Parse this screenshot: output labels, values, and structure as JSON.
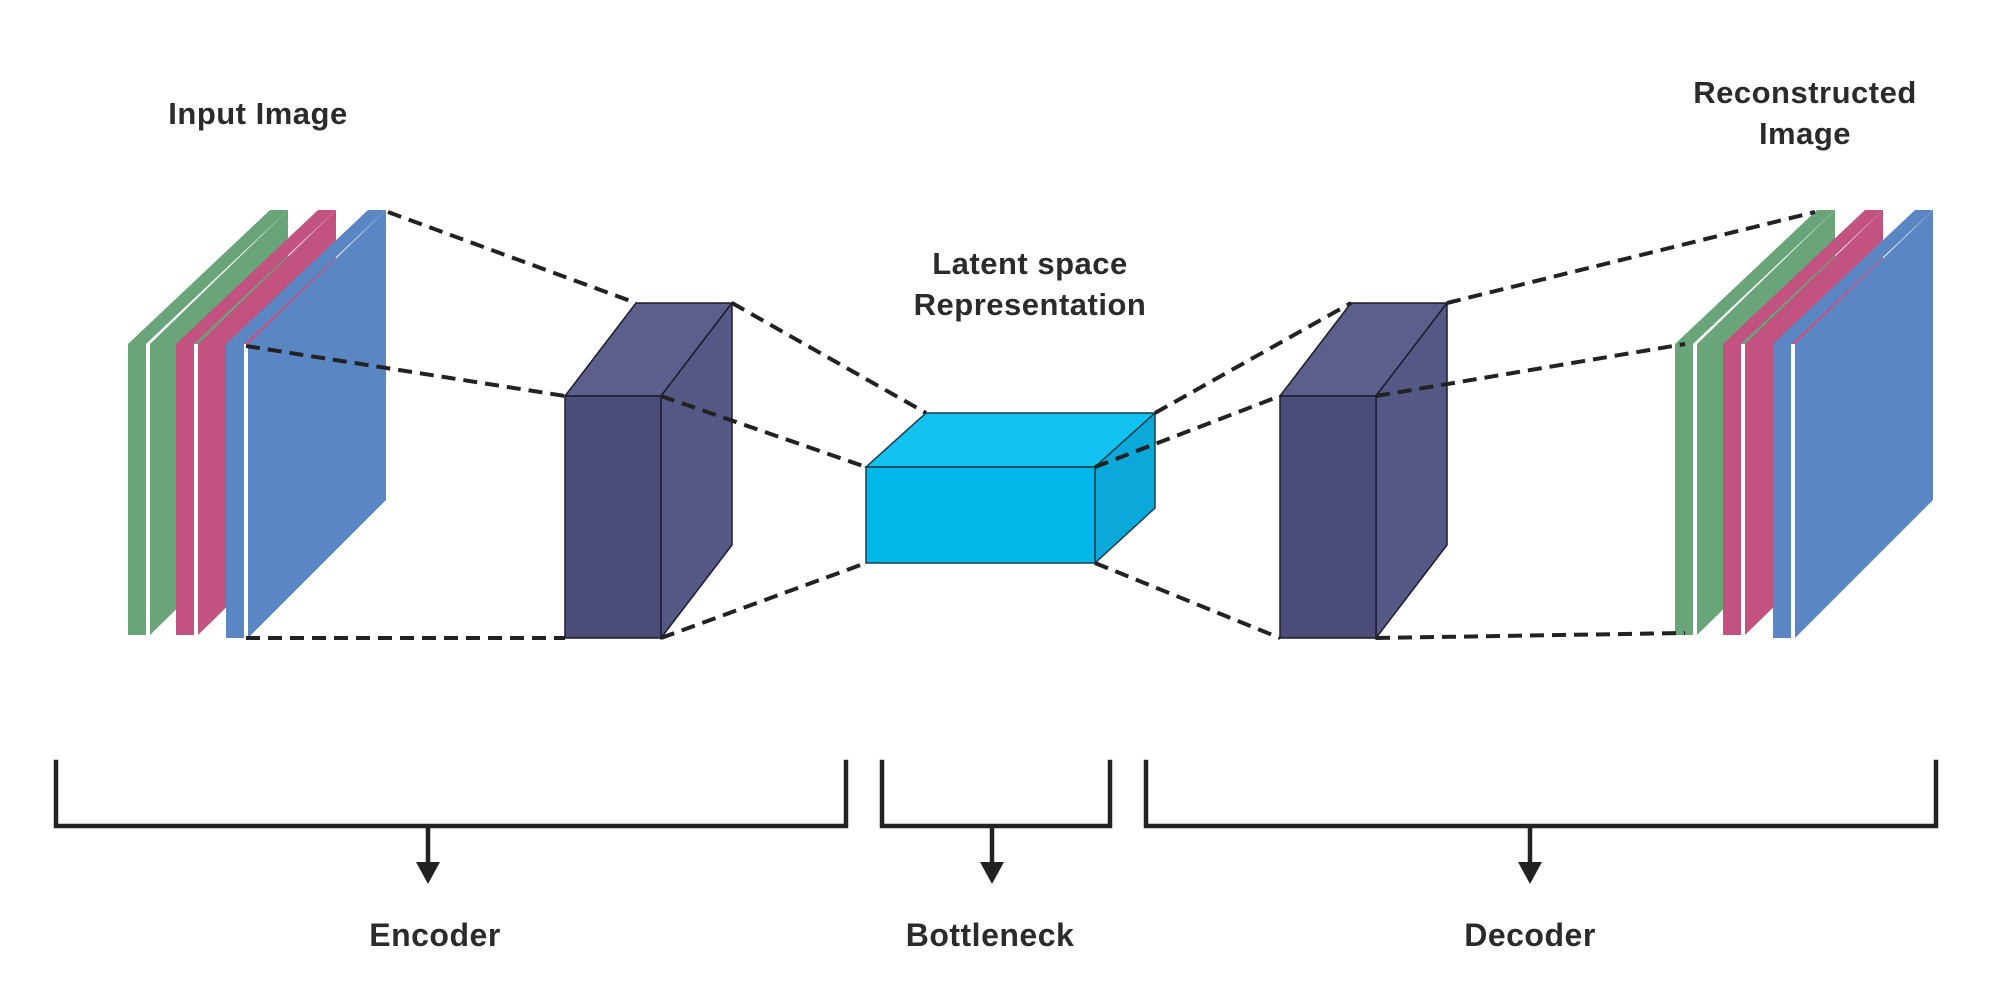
{
  "labels": {
    "input_image": "Input Image",
    "latent_line1": "Latent space",
    "latent_line2": "Representation",
    "reconstructed_line1": "Reconstructed",
    "reconstructed_line2": "Image",
    "encoder": "Encoder",
    "bottleneck": "Bottleneck",
    "decoder": "Decoder"
  },
  "colors": {
    "channel_green": "#6aa57a",
    "channel_pink": "#c2527f",
    "channel_blue": "#5b86c4",
    "conv_block_front": "#4b4c77",
    "conv_block_side": "#565886",
    "conv_block_top": "#5c5e8c",
    "latent_block": "#00b8ea",
    "latent_block_top": "#12c2f0",
    "latent_block_side": "#0aa9d9",
    "lines": "#222222"
  }
}
